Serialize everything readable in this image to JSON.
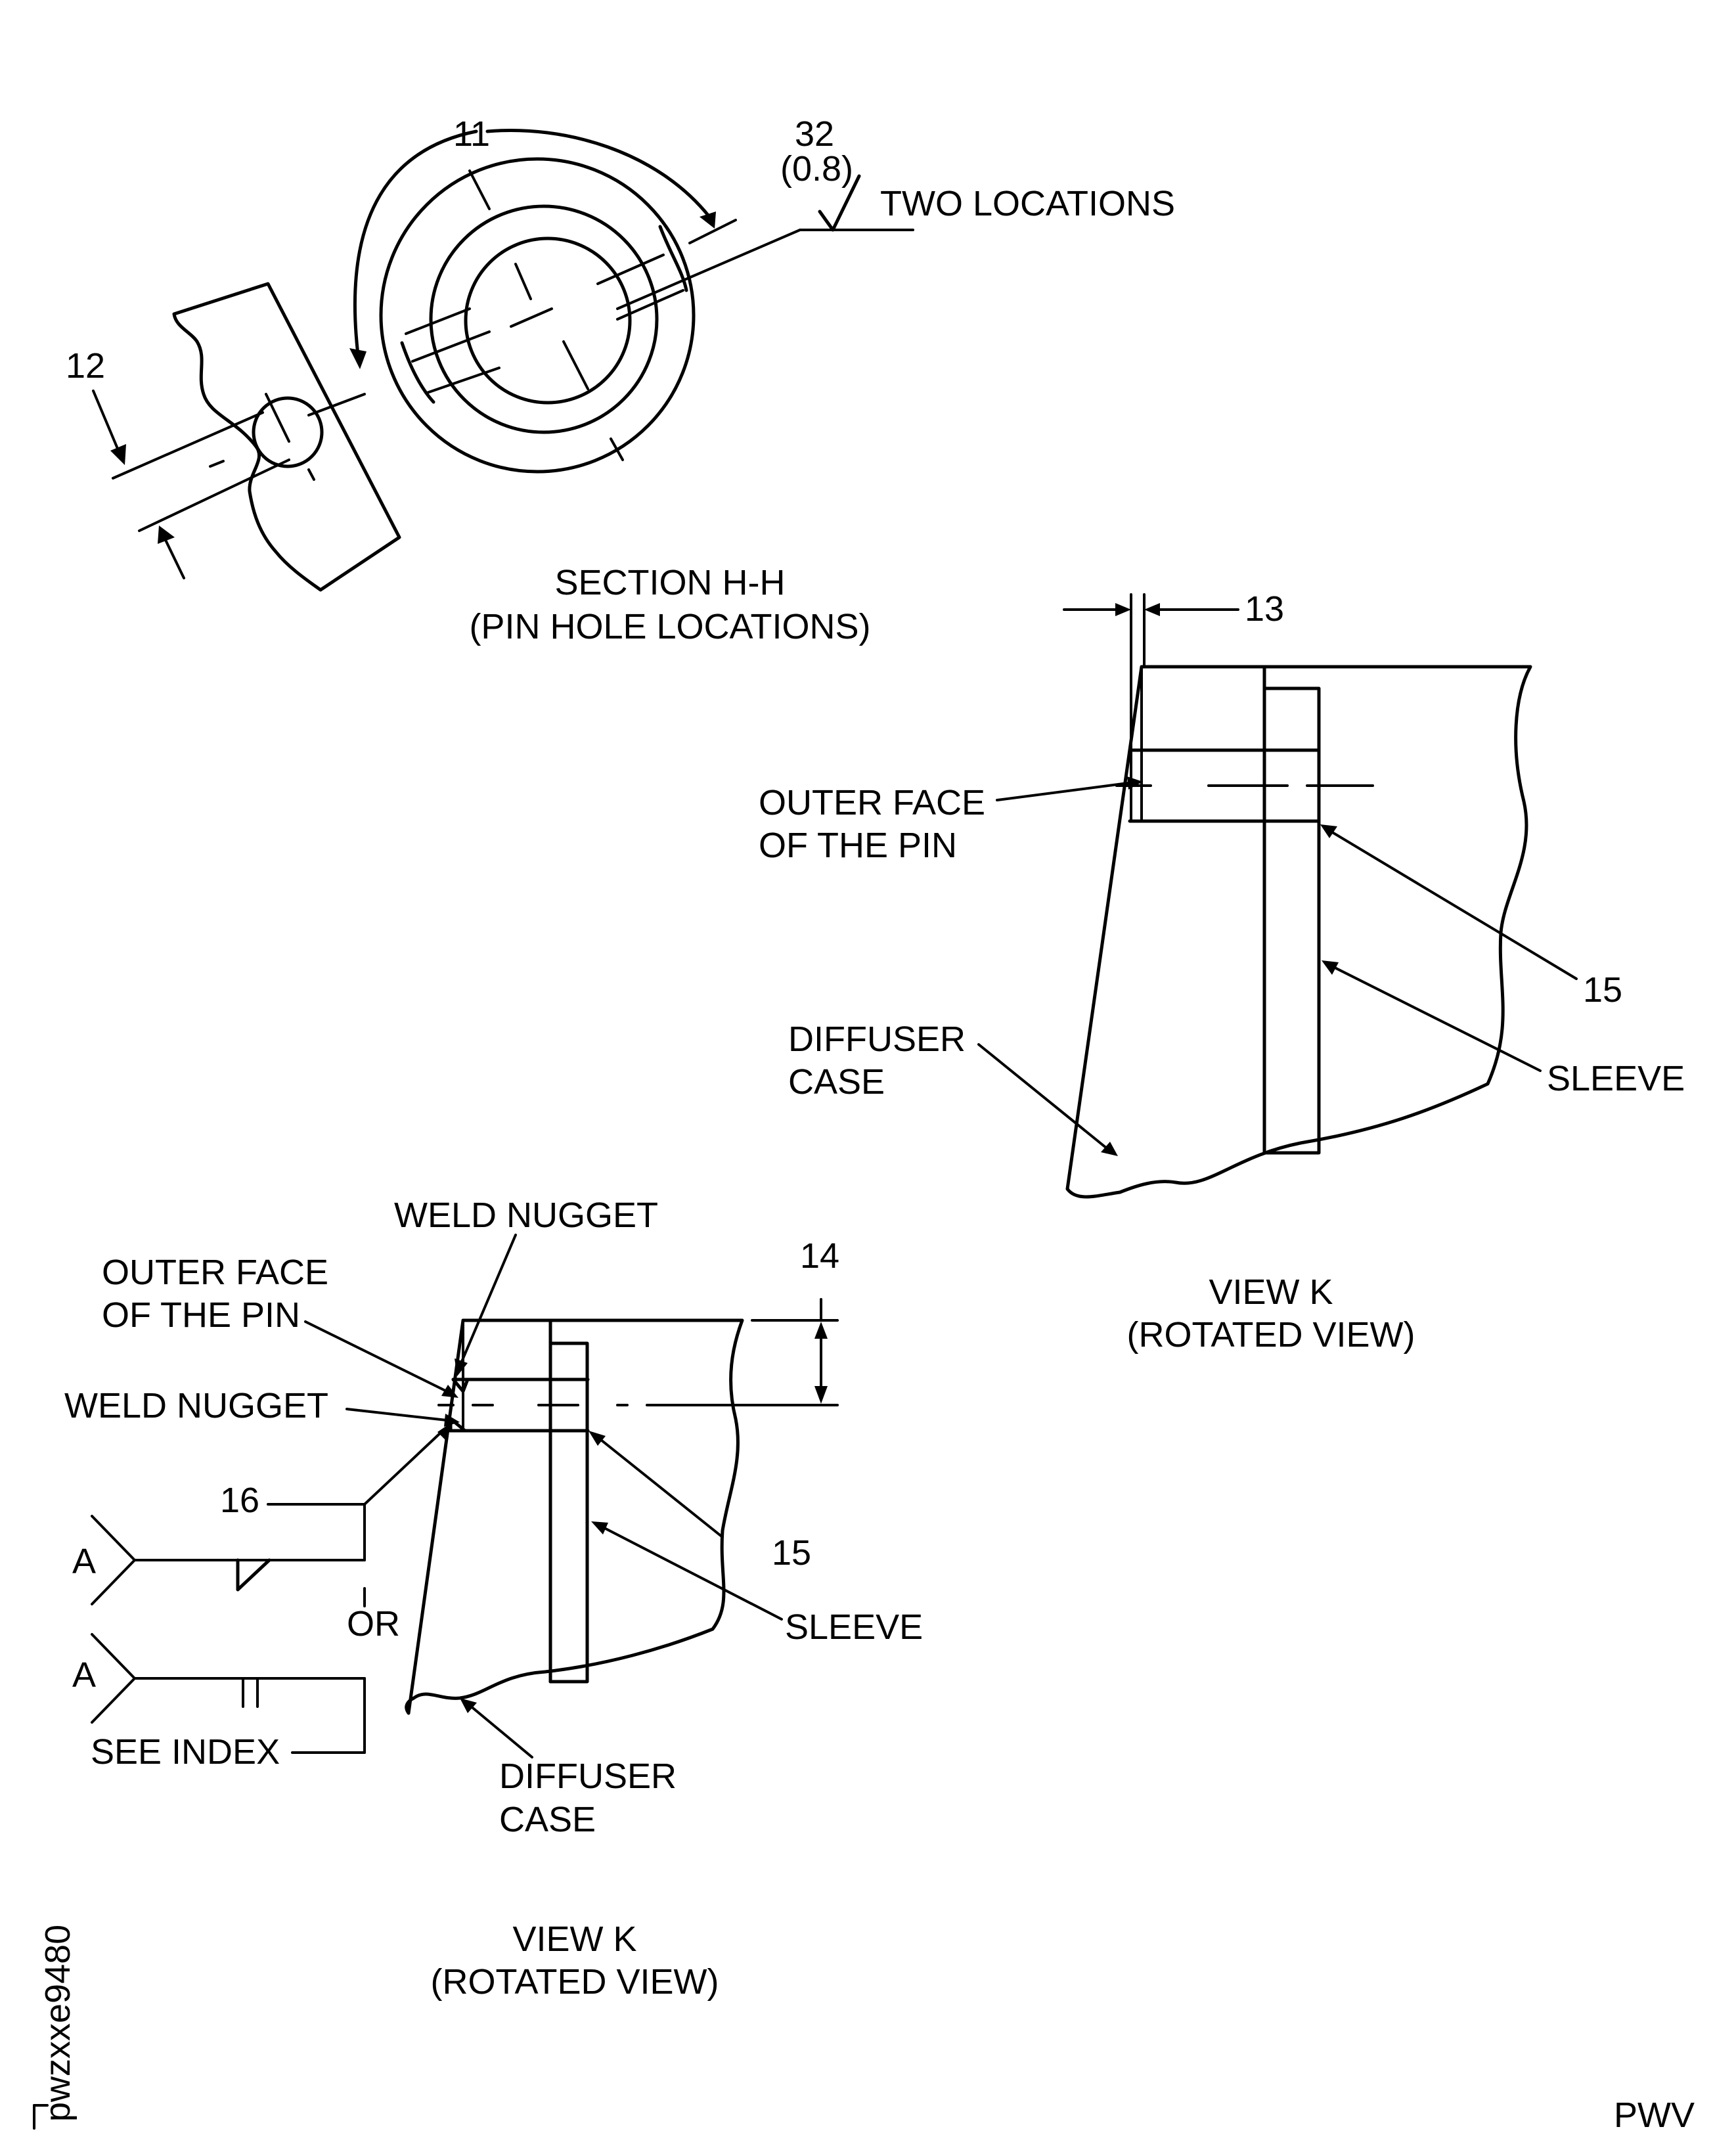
{
  "section_hh": {
    "title": "SECTION H-H",
    "subtitle": "(PIN HOLE LOCATIONS)",
    "callout_11": "11",
    "callout_12": "12",
    "finish_value": "32",
    "finish_metric": "(0.8)",
    "finish_note": "TWO LOCATIONS"
  },
  "view_k_upper": {
    "callout_13": "13",
    "outer_face_line1": "OUTER FACE",
    "outer_face_line2": "OF THE PIN",
    "callout_15": "15",
    "sleeve": "SLEEVE",
    "diffuser_line1": "DIFFUSER",
    "diffuser_line2": "CASE",
    "title": "VIEW K",
    "subtitle": "(ROTATED VIEW)"
  },
  "view_k_lower": {
    "weld_nugget_top": "WELD NUGGET",
    "outer_face_line1": "OUTER FACE",
    "outer_face_line2": "OF THE PIN",
    "weld_nugget_mid": "WELD NUGGET",
    "callout_14": "14",
    "callout_16": "16",
    "weld_ref_a1": "A",
    "or_text": "OR",
    "weld_ref_a2": "A",
    "see_index": "SEE INDEX",
    "callout_15": "15",
    "sleeve": "SLEEVE",
    "diffuser_line1": "DIFFUSER",
    "diffuser_line2": "CASE",
    "title": "VIEW K",
    "subtitle": "(ROTATED VIEW)"
  },
  "figure_id": "pwzxxe9480",
  "corner_mark": "PWV"
}
